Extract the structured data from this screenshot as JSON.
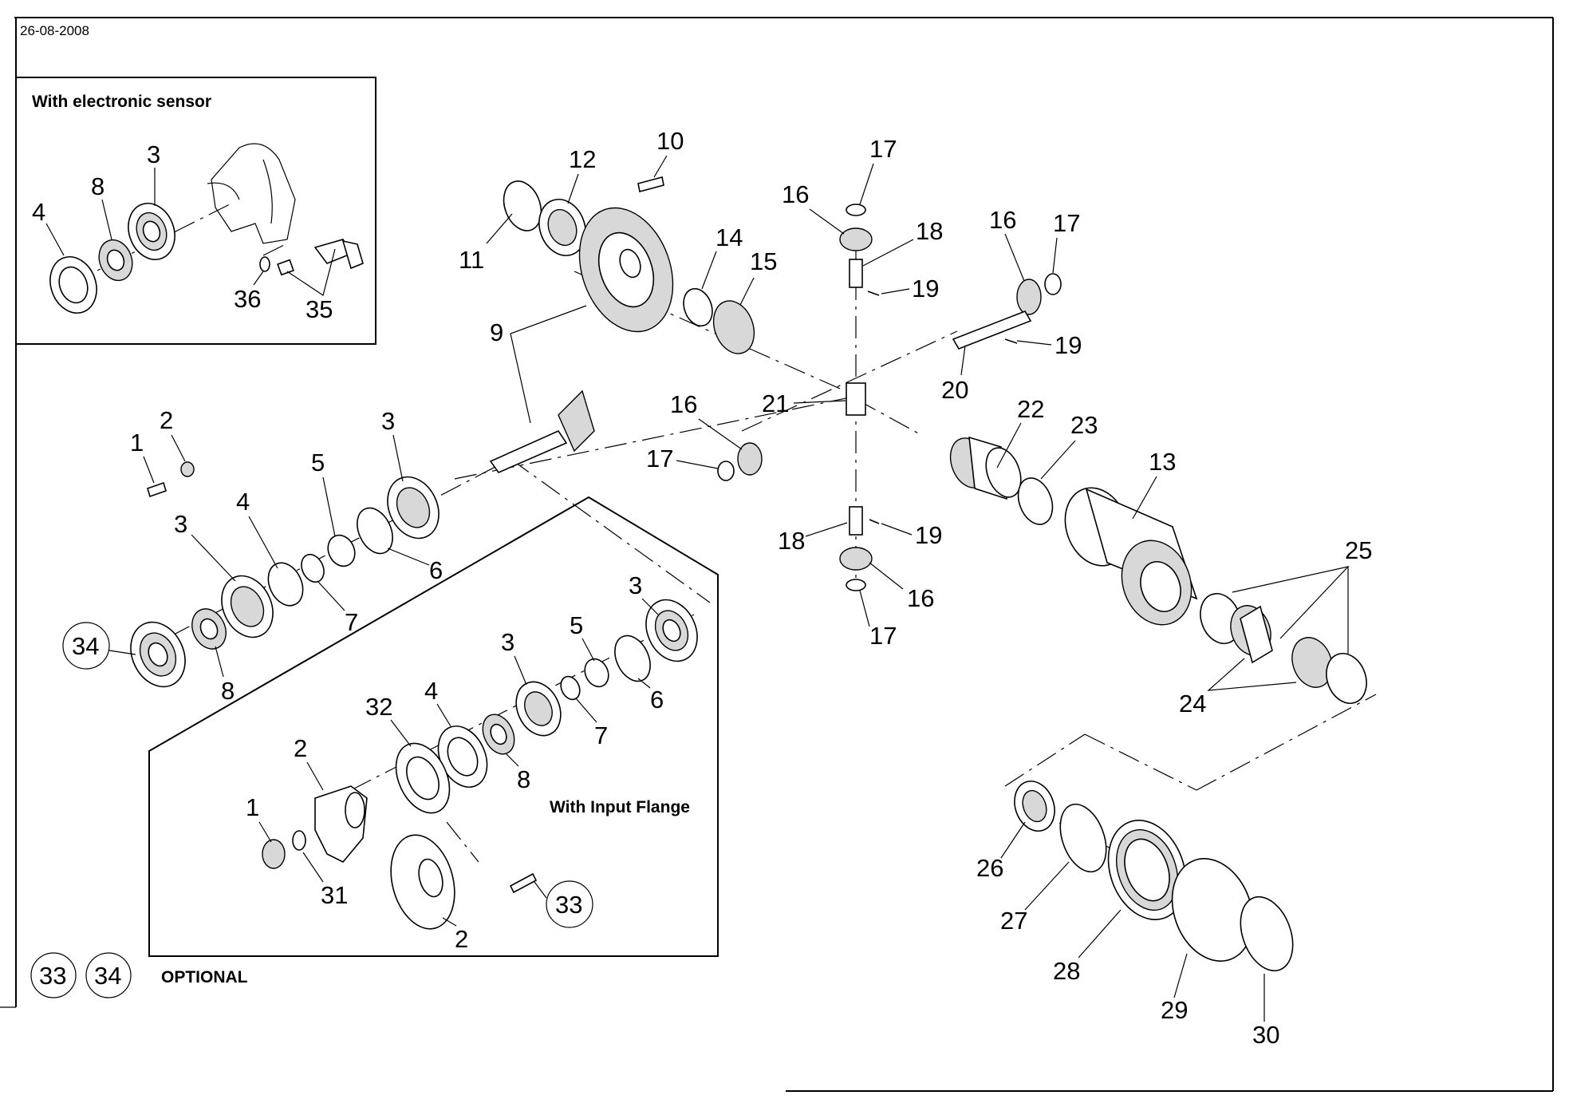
{
  "date": "26-08-2008",
  "inset_sensor": {
    "title": "With electronic sensor",
    "callouts": [
      "4",
      "8",
      "3",
      "36",
      "35"
    ]
  },
  "inset_flange": {
    "title": "With Input Flange",
    "callouts": [
      "3",
      "5",
      "3",
      "6",
      "7",
      "8",
      "4",
      "32",
      "2",
      "1",
      "31",
      "2",
      "33"
    ]
  },
  "optional": {
    "label": "OPTIONAL",
    "circled": [
      "33",
      "34"
    ]
  },
  "main_callouts": {
    "input_group": [
      "1",
      "2",
      "3",
      "3",
      "4",
      "5",
      "6",
      "7",
      "8",
      "34"
    ],
    "pinion_gear": [
      "9",
      "10",
      "11",
      "12",
      "14",
      "15"
    ],
    "differential": [
      "16",
      "17",
      "18",
      "19",
      "16",
      "17",
      "19",
      "20",
      "21",
      "16",
      "17",
      "18",
      "19",
      "16",
      "17"
    ],
    "lock": [
      "22",
      "23",
      "13",
      "25",
      "24"
    ],
    "bearing_group": [
      "26",
      "27",
      "28",
      "29",
      "30"
    ]
  }
}
